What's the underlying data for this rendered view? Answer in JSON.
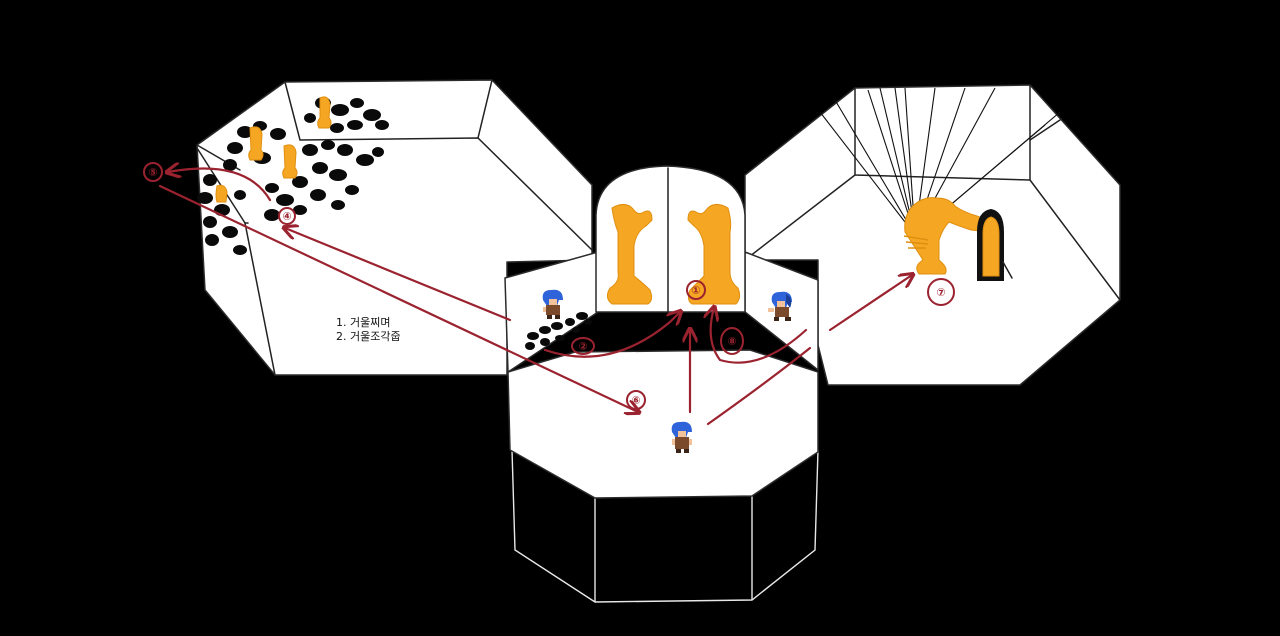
{
  "diagram": {
    "notes": [
      "1. 거울찌며",
      "2. 거울조각줍"
    ],
    "markers": [
      "①",
      "②",
      "④",
      "⑤",
      "⑥",
      "⑦",
      "⑧"
    ]
  }
}
